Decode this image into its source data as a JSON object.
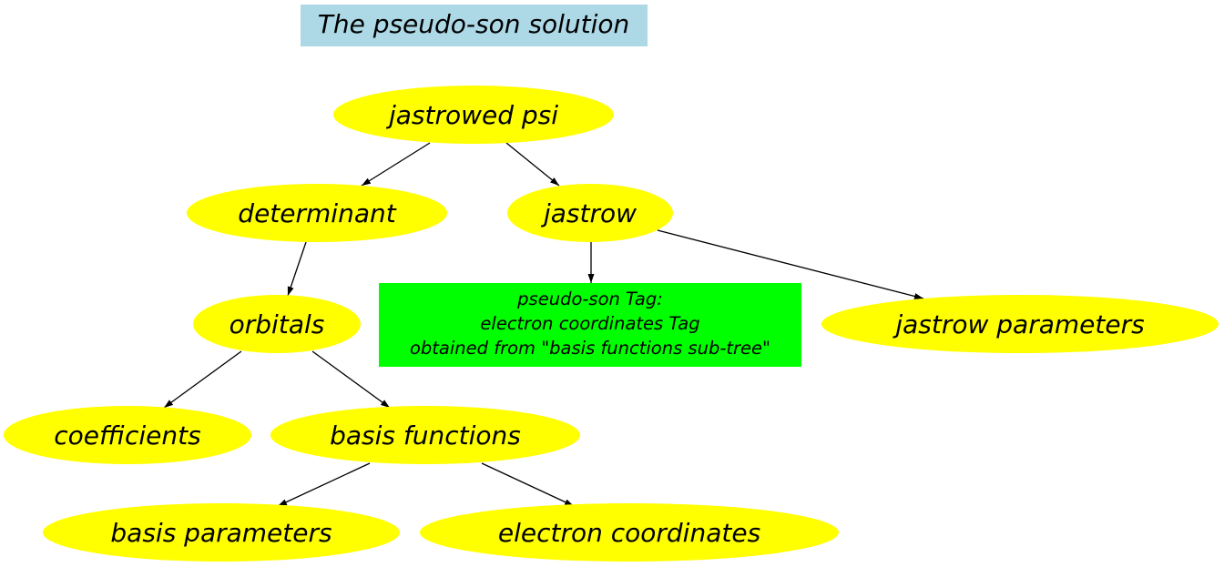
{
  "title": "The pseudo-son solution",
  "colors": {
    "title_bg": "#add8e6",
    "node_fill": "#ffff00",
    "note_fill": "#00ff00",
    "edge": "#000000"
  },
  "nodes": {
    "jastrowed_psi": "jastrowed psi",
    "determinant": "determinant",
    "jastrow": "jastrow",
    "orbitals": "orbitals",
    "jastrow_parameters": "jastrow parameters",
    "coefficients": "coefficients",
    "basis_functions": "basis functions",
    "basis_parameters": "basis parameters",
    "electron_coordinates": "electron coordinates"
  },
  "note": {
    "line1": "pseudo-son Tag:",
    "line2": "electron coordinates Tag",
    "line3": "obtained from \"basis functions sub-tree\""
  },
  "edges": [
    {
      "from": "jastrowed_psi",
      "to": "determinant"
    },
    {
      "from": "jastrowed_psi",
      "to": "jastrow"
    },
    {
      "from": "determinant",
      "to": "orbitals"
    },
    {
      "from": "jastrow",
      "to": "note"
    },
    {
      "from": "jastrow",
      "to": "jastrow_parameters"
    },
    {
      "from": "orbitals",
      "to": "coefficients"
    },
    {
      "from": "orbitals",
      "to": "basis_functions"
    },
    {
      "from": "basis_functions",
      "to": "basis_parameters"
    },
    {
      "from": "basis_functions",
      "to": "electron_coordinates"
    }
  ]
}
